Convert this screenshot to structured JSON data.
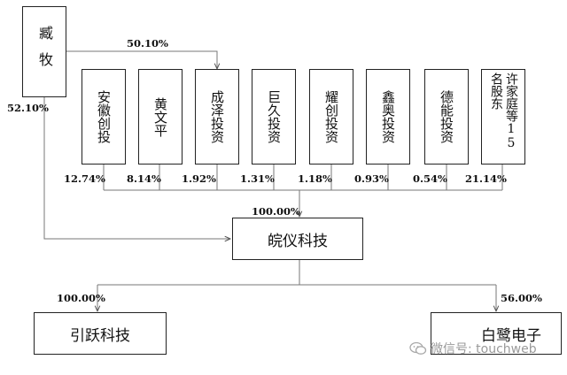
{
  "owner": {
    "label": "臧牧"
  },
  "holders": [
    {
      "name": "安徽创投",
      "pct": "12.74%"
    },
    {
      "name": "黄文平",
      "pct": "8.14%"
    },
    {
      "name": "成泽投资",
      "pct": "1.92%"
    },
    {
      "name": "巨久投资",
      "pct": "1.31%"
    },
    {
      "name": "耀创投资",
      "pct": "1.18%"
    },
    {
      "name": "鑫奥投资",
      "pct": "0.93%"
    },
    {
      "name": "德能投资",
      "pct": "0.54%"
    },
    {
      "name": "许家庭等15名股东",
      "pct": "21.14%"
    }
  ],
  "owner_to_chengze_pct": "50.10%",
  "owner_to_company_pct": "52.10%",
  "company": {
    "name": "皖仪科技",
    "total_pct": "100.00%"
  },
  "subsidiaries": [
    {
      "name": "引跃科技",
      "pct": "100.00%"
    },
    {
      "name": "白鹭电子",
      "pct": "56.00%"
    }
  ],
  "watermark": {
    "text": "微信号: touchweb",
    "icon": "wechat-icon"
  }
}
